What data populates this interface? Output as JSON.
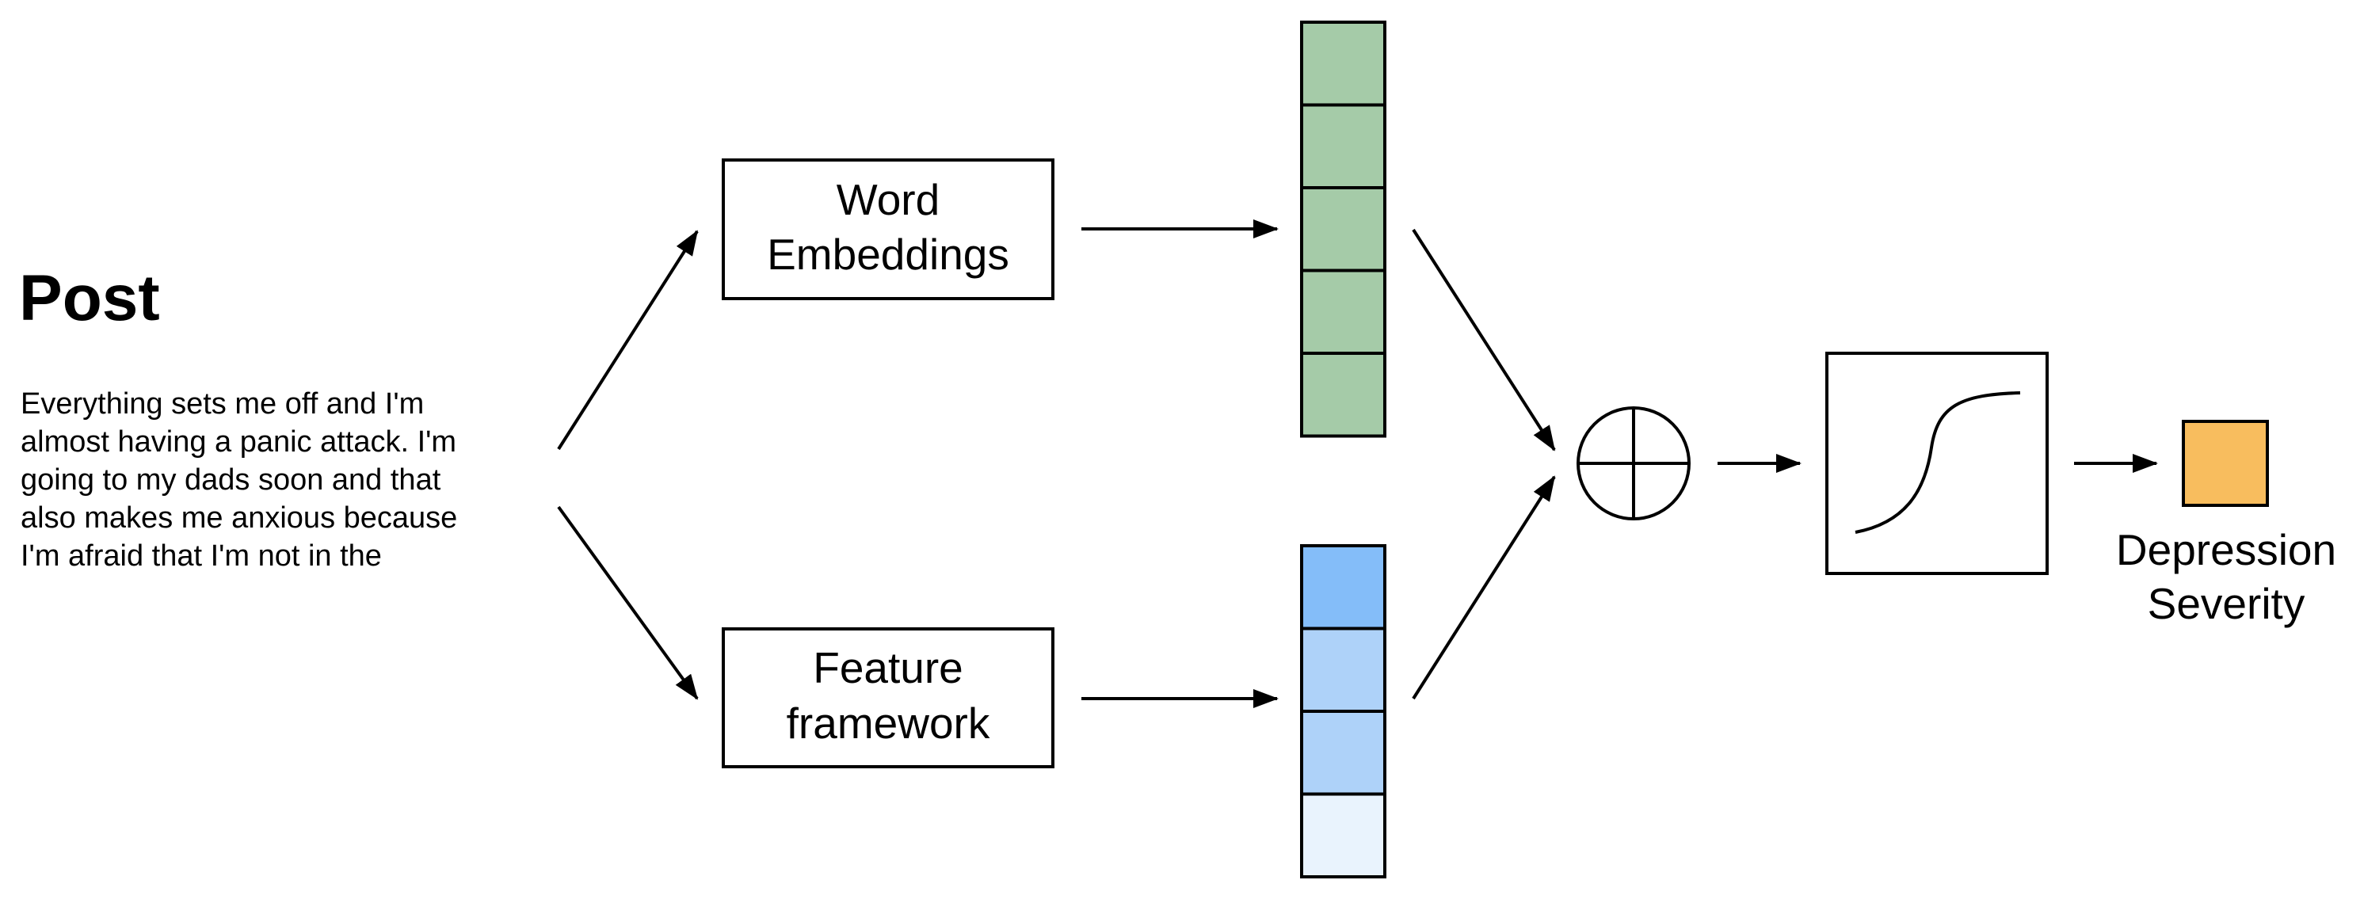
{
  "post": {
    "title": "Post",
    "lines": [
      "Everything sets me off and I'm",
      "almost having a panic attack. I'm",
      "going to my dads soon and that",
      "also makes me anxious because",
      "I'm afraid that I'm not in the"
    ]
  },
  "word_embeddings": {
    "lines": [
      "Word",
      "Embeddings"
    ],
    "vector_colors": [
      "#a5cba8",
      "#a5cba8",
      "#a5cba8",
      "#a5cba8",
      "#a5cba8"
    ]
  },
  "feature_framework": {
    "lines": [
      "Feature",
      "framework"
    ],
    "vector_colors": [
      "#84bdf9",
      "#aed2f9",
      "#aed2f9",
      "#e9f3fd"
    ]
  },
  "combine": {
    "icon": "circled-plus-icon"
  },
  "activation": {
    "icon": "sigmoid-curve-icon"
  },
  "output": {
    "lines": [
      "Depression",
      "Severity"
    ],
    "color": "#f8bd5e"
  }
}
